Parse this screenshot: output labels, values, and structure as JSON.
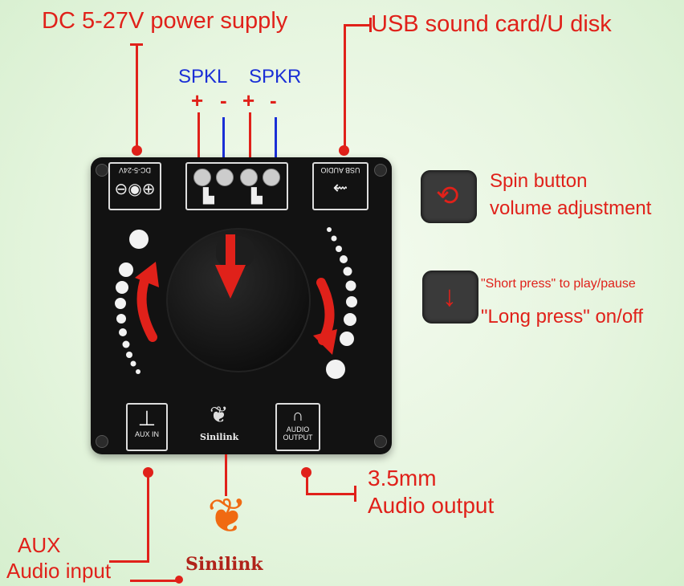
{
  "labels": {
    "power": "DC 5-27V power supply",
    "usb": "USB sound card/U disk",
    "spkl": "SPKL",
    "spkr": "SPKR",
    "plus_left": "+",
    "minus_left": "-",
    "plus_right": "+",
    "minus_right": "-",
    "spin_line1": "Spin button",
    "spin_line2": "volume adjustment",
    "press_line1": "\"Short press\" to play/pause",
    "press_line2": "\"Long press\" on/off",
    "output_line1": "3.5mm",
    "output_line2": "Audio output",
    "aux_line1": "AUX",
    "aux_line2": "Audio input"
  },
  "board": {
    "dc_silk": "DC-5-24V",
    "usb_silk": "USB AUDIO",
    "aux_silk": "AUX IN",
    "audio_silk_1": "AUDIO",
    "audio_silk_2": "OUTPUT",
    "brand": "Sinilink"
  },
  "brand": "Sinilink",
  "colors": {
    "accent": "#e0211a",
    "blue_wire": "#1a2fd6",
    "board": "#121212"
  }
}
